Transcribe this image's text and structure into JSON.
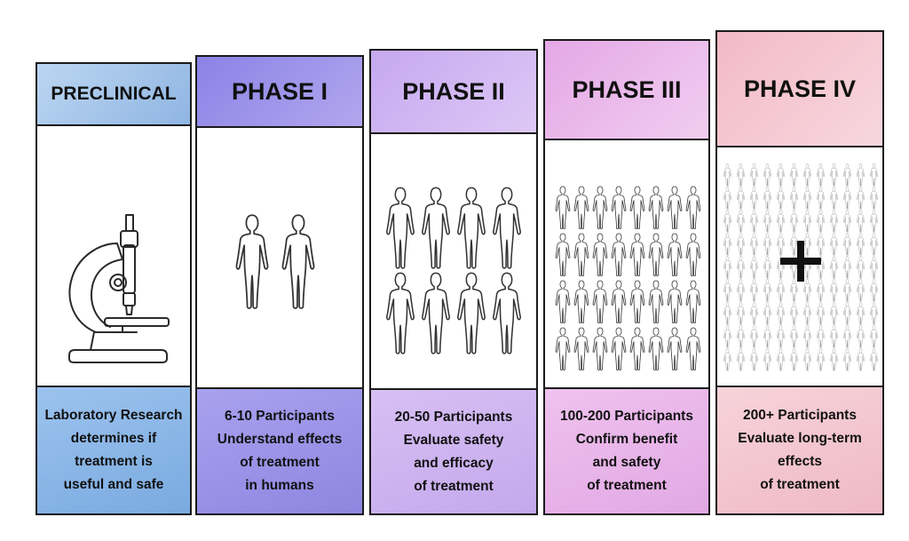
{
  "colors": {
    "preclinical": "#a9c9ec",
    "phase1": "#a49ae8",
    "phase2": "#d2b8f0",
    "phase3": "#eab8ea",
    "phase4": "#f3c6cf",
    "outline": "#1a1a1a"
  },
  "phases": [
    {
      "title": "PRECLINICAL",
      "lines": [
        "Laboratory Research",
        "determines if",
        "treatment is",
        "useful and safe"
      ],
      "icon": "microscope-icon"
    },
    {
      "title": "PHASE I",
      "lines": [
        "6-10 Participants",
        "Understand effects",
        "of treatment",
        "in humans"
      ],
      "icon": "two-people-icon"
    },
    {
      "title": "PHASE II",
      "lines": [
        "20-50 Participants",
        "Evaluate safety",
        "and efficacy",
        "of treatment"
      ],
      "icon": "people-group-icon"
    },
    {
      "title": "PHASE III",
      "lines": [
        "100-200 Participants",
        "Confirm benefit",
        "and safety",
        "of treatment"
      ],
      "icon": "people-crowd-icon"
    },
    {
      "title": "PHASE IV",
      "lines": [
        "200+ Participants",
        "Evaluate long-term",
        "effects",
        "of treatment"
      ],
      "icon": "large-crowd-plus-icon"
    }
  ]
}
